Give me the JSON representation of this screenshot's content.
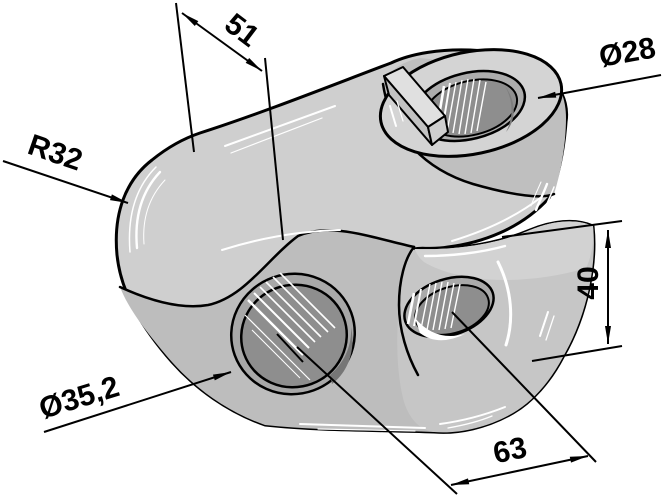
{
  "drawing": {
    "title": "clevis-yoke-technical-drawing",
    "background": "#ffffff",
    "colors": {
      "body_light": "#cfcfcf",
      "front_face": "#bdbdbd",
      "boss_top": "#d4d4d4",
      "boss_side": "#bfbfbf",
      "chamfer_ring": "#aaaaaa",
      "bore": "#8e8e8e",
      "bore_shadow": "#767676",
      "outline": "#000000"
    },
    "dimensions": {
      "length_51": "51",
      "radius_r32": "R32",
      "diameter_top_hole": "Ø28",
      "diameter_main_hole": "Ø35,2",
      "height_40": "40",
      "length_63": "63"
    }
  }
}
